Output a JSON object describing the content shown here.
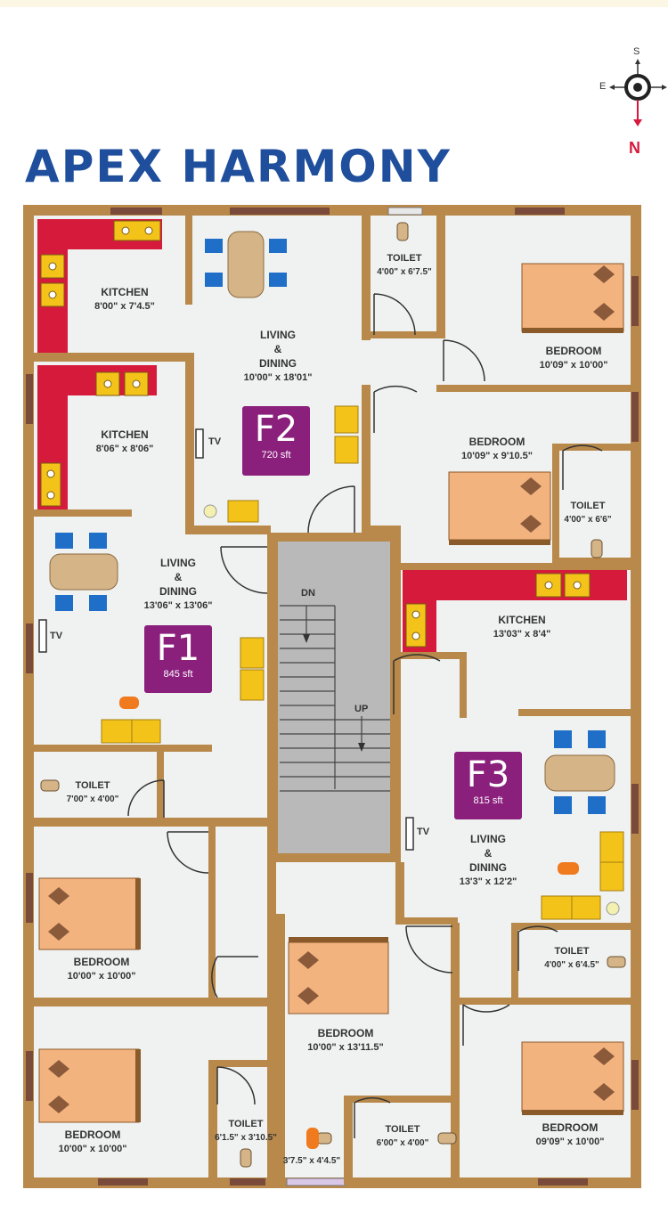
{
  "title": "APEX HARMONY",
  "compass": {
    "s": "S",
    "e": "E",
    "n": "N"
  },
  "units": [
    {
      "code": "F1",
      "area": "845 sft"
    },
    {
      "code": "F2",
      "area": "720 sft"
    },
    {
      "code": "F3",
      "area": "815 sft"
    }
  ],
  "rooms": {
    "f2_kitchen": {
      "name": "KITCHEN",
      "dims": "8'00\" x 7'4.5\""
    },
    "f2_living": {
      "name": "LIVING\n&\nDINING",
      "dims": "10'00\" x 18'01\""
    },
    "f2_toilet": {
      "name": "TOILET",
      "dims": "4'00\" x 6'7.5\""
    },
    "f2_bedroom": {
      "name": "BEDROOM",
      "dims": "10'09\" x 10'00\""
    },
    "f1_kitchen": {
      "name": "KITCHEN",
      "dims": "8'06\" x 8'06\""
    },
    "f2_bedroom2": {
      "name": "BEDROOM",
      "dims": "10'09\" x 9'10.5\""
    },
    "f2_toilet2": {
      "name": "TOILET",
      "dims": "4'00\" x 6'6\""
    },
    "f1_living": {
      "name": "LIVING\n&\nDINING",
      "dims": "13'06\" x 13'06\""
    },
    "f3_kitchen": {
      "name": "KITCHEN",
      "dims": "13'03\" x 8'4\""
    },
    "f1_toilet": {
      "name": "TOILET",
      "dims": "7'00\" x 4'00\""
    },
    "f3_living": {
      "name": "LIVING\n&\nDINING",
      "dims": "13'3\" x 12'2\""
    },
    "f1_bedroom": {
      "name": "BEDROOM",
      "dims": "10'00\" x 10'00\""
    },
    "f3_toilet": {
      "name": "TOILET",
      "dims": "4'00\" x 6'4.5\""
    },
    "c_bedroom": {
      "name": "BEDROOM",
      "dims": "10'00\" x 13'11.5\""
    },
    "f1_bedroom2": {
      "name": "BEDROOM",
      "dims": "10'00\" x 10'00\""
    },
    "f1_toilet2": {
      "name": "TOILET",
      "dims": "6'1.5\" x 3'10.5\""
    },
    "c_toilet_small": {
      "name": "",
      "dims": "3'7.5\" x 4'4.5\""
    },
    "c_toilet": {
      "name": "TOILET",
      "dims": "6'00\" x 4'00\""
    },
    "f3_bedroom": {
      "name": "BEDROOM",
      "dims": "09'09\" x 10'00\""
    }
  },
  "stairs": {
    "down": "DN",
    "up": "UP"
  },
  "tv_label": "TV",
  "colors": {
    "title": "#1f4f9c",
    "wall": "#b8894a",
    "floor": "#f0f2f1",
    "kitchen_counter": "#d61a3c",
    "badge": "#8a1f7c",
    "bed": "#f3b37f",
    "furniture": "#f4c31a",
    "chair": "#1f6fc8",
    "stair": "#b8b9b8"
  }
}
